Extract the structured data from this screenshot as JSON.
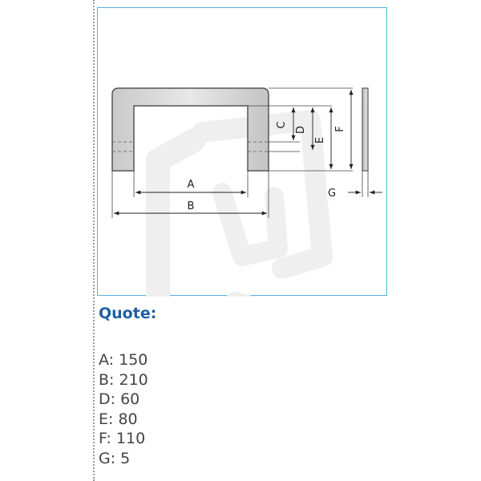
{
  "figure": {
    "labels": {
      "a": "A",
      "b": "B",
      "c": "C",
      "d": "D",
      "e": "E",
      "f": "F",
      "g": "G"
    },
    "colors": {
      "frame_border": "#58aee0",
      "handle_fill": "#dcdcdc",
      "handle_stroke": "#555555",
      "watermark": "#efefef"
    }
  },
  "quote": {
    "heading": "Quote:",
    "specs": [
      {
        "key": "A:",
        "value": "150"
      },
      {
        "key": "B:",
        "value": "210"
      },
      {
        "key": "D:",
        "value": "60"
      },
      {
        "key": "E:",
        "value": "80"
      },
      {
        "key": "F:",
        "value": "110"
      },
      {
        "key": "G:",
        "value": "5"
      }
    ],
    "colors": {
      "heading": "#1f5fa3",
      "text": "#444444"
    }
  }
}
